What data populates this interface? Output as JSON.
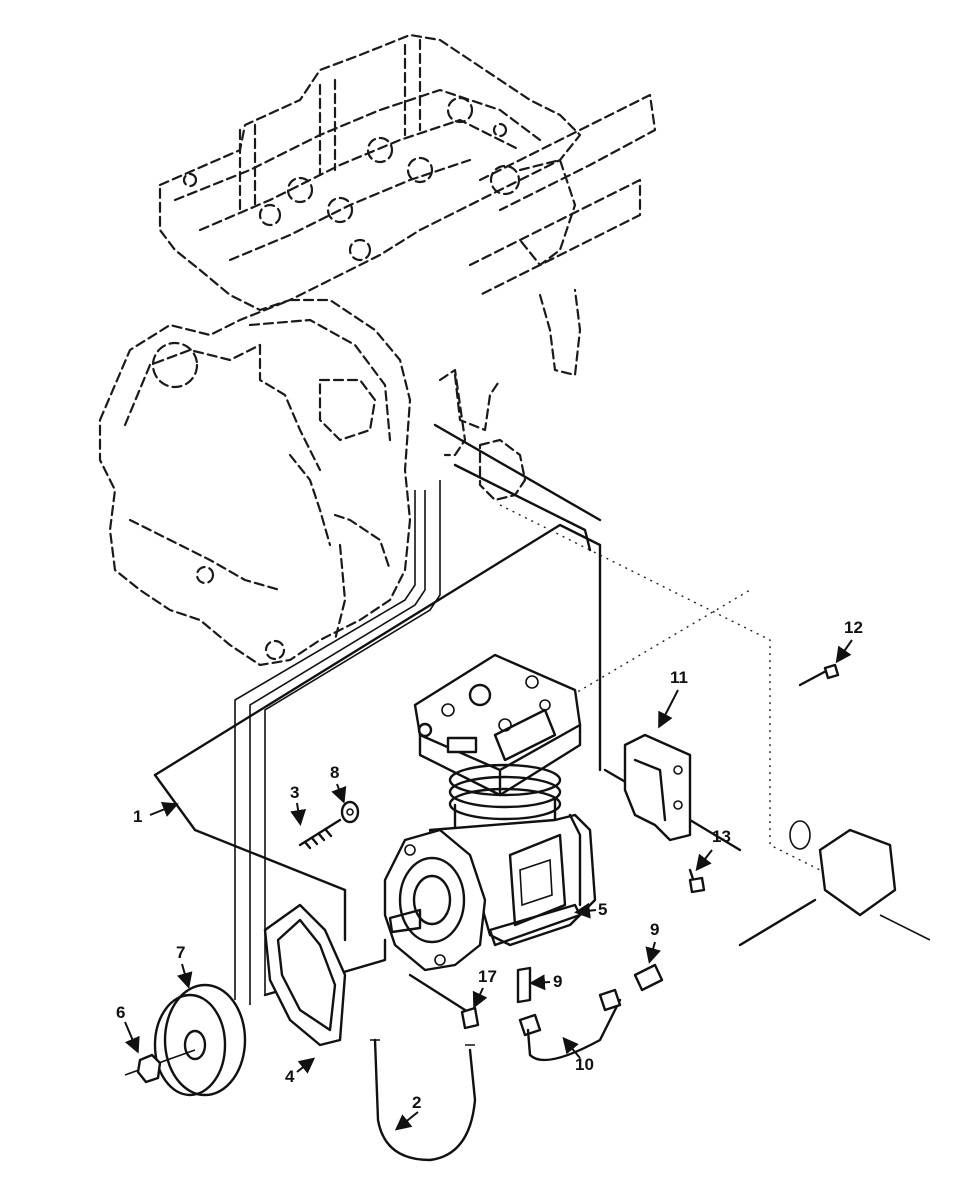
{
  "callouts": [
    {
      "id": "1",
      "label": "1"
    },
    {
      "id": "2",
      "label": "2"
    },
    {
      "id": "3",
      "label": "3"
    },
    {
      "id": "4",
      "label": "4"
    },
    {
      "id": "5",
      "label": "5"
    },
    {
      "id": "6",
      "label": "6"
    },
    {
      "id": "7",
      "label": "7"
    },
    {
      "id": "8",
      "label": "8"
    },
    {
      "id": "9a",
      "label": "9"
    },
    {
      "id": "9b",
      "label": "9"
    },
    {
      "id": "10",
      "label": "10"
    },
    {
      "id": "11",
      "label": "11"
    },
    {
      "id": "12",
      "label": "12"
    },
    {
      "id": "13",
      "label": "13"
    },
    {
      "id": "17",
      "label": "17"
    }
  ]
}
